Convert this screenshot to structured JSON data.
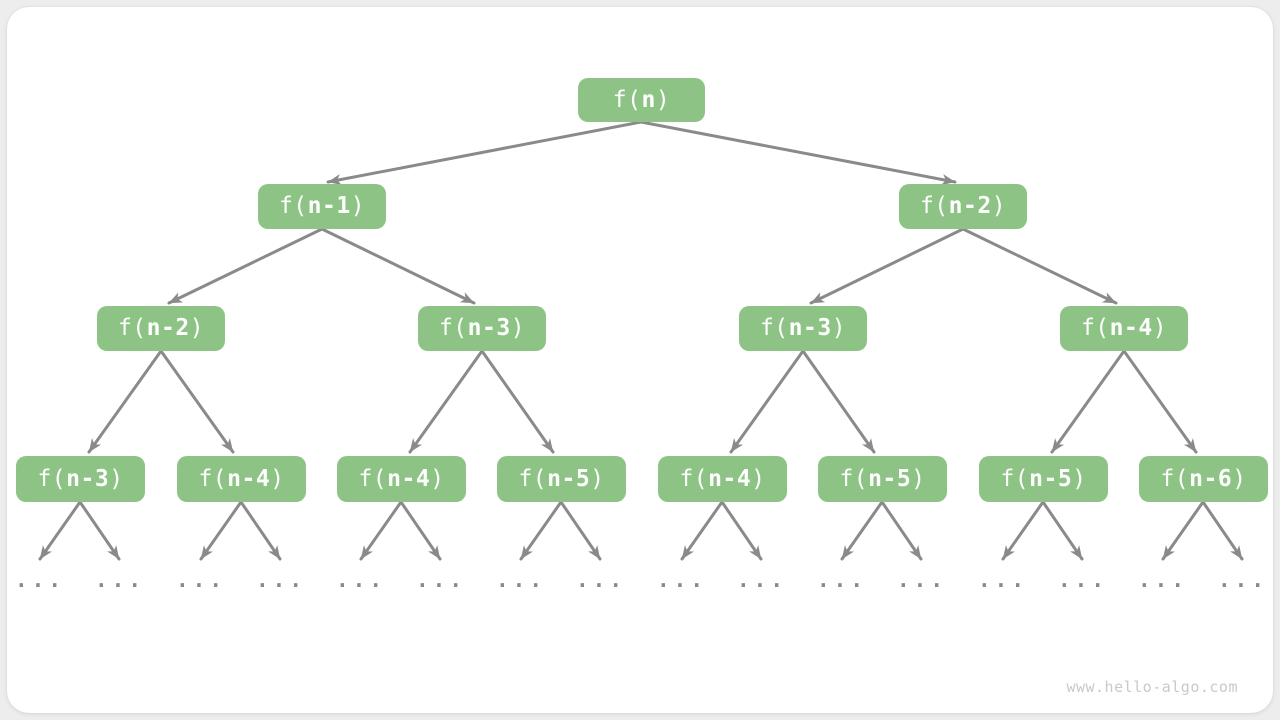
{
  "page": {
    "background_color": "#ededee",
    "card_color": "#ffffff"
  },
  "colors": {
    "node_green": "#8dc485",
    "node_text": "#ffffff",
    "arrow_gray": "#8a8a8a",
    "watermark_gray": "#c9c9c9"
  },
  "footer": {
    "watermark": "www.hello-algo.com"
  },
  "tree": {
    "description": "Recursion tree of f(n) = f(n-1) + f(n-2)",
    "ellipsis": "...",
    "nodes": [
      {
        "level": 1,
        "label": "f(n)",
        "pre": "f(",
        "arg": "n",
        "post": ")"
      },
      {
        "level": 2,
        "label": "f(n-1)",
        "pre": "f(",
        "arg": "n-1",
        "post": ")"
      },
      {
        "level": 2,
        "label": "f(n-2)",
        "pre": "f(",
        "arg": "n-2",
        "post": ")"
      },
      {
        "level": 3,
        "label": "f(n-2)",
        "pre": "f(",
        "arg": "n-2",
        "post": ")"
      },
      {
        "level": 3,
        "label": "f(n-3)",
        "pre": "f(",
        "arg": "n-3",
        "post": ")"
      },
      {
        "level": 3,
        "label": "f(n-3)",
        "pre": "f(",
        "arg": "n-3",
        "post": ")"
      },
      {
        "level": 3,
        "label": "f(n-4)",
        "pre": "f(",
        "arg": "n-4",
        "post": ")"
      },
      {
        "level": 4,
        "label": "f(n-3)",
        "pre": "f(",
        "arg": "n-3",
        "post": ")"
      },
      {
        "level": 4,
        "label": "f(n-4)",
        "pre": "f(",
        "arg": "n-4",
        "post": ")"
      },
      {
        "level": 4,
        "label": "f(n-4)",
        "pre": "f(",
        "arg": "n-4",
        "post": ")"
      },
      {
        "level": 4,
        "label": "f(n-5)",
        "pre": "f(",
        "arg": "n-5",
        "post": ")"
      },
      {
        "level": 4,
        "label": "f(n-4)",
        "pre": "f(",
        "arg": "n-4",
        "post": ")"
      },
      {
        "level": 4,
        "label": "f(n-5)",
        "pre": "f(",
        "arg": "n-5",
        "post": ")"
      },
      {
        "level": 4,
        "label": "f(n-5)",
        "pre": "f(",
        "arg": "n-5",
        "post": ")"
      },
      {
        "level": 4,
        "label": "f(n-6)",
        "pre": "f(",
        "arg": "n-6",
        "post": ")"
      }
    ],
    "edges": [
      [
        "f(n)",
        "f(n-1)"
      ],
      [
        "f(n)",
        "f(n-2)"
      ],
      [
        "f(n-1)",
        "f(n-2)"
      ],
      [
        "f(n-1)",
        "f(n-3)"
      ],
      [
        "f(n-2)",
        "f(n-3)"
      ],
      [
        "f(n-2)",
        "f(n-4)"
      ],
      [
        "f(n-2)",
        "f(n-3)"
      ],
      [
        "f(n-2)",
        "f(n-4)"
      ],
      [
        "f(n-3)",
        "f(n-4)"
      ],
      [
        "f(n-3)",
        "f(n-5)"
      ],
      [
        "f(n-3)",
        "f(n-4)"
      ],
      [
        "f(n-3)",
        "f(n-5)"
      ],
      [
        "f(n-4)",
        "f(n-5)"
      ],
      [
        "f(n-4)",
        "f(n-6)"
      ],
      [
        "f(n-3)",
        "..."
      ],
      [
        "f(n-4)",
        "..."
      ],
      [
        "f(n-4)",
        "..."
      ],
      [
        "f(n-5)",
        "..."
      ],
      [
        "f(n-4)",
        "..."
      ],
      [
        "f(n-5)",
        "..."
      ],
      [
        "f(n-5)",
        "..."
      ],
      [
        "f(n-6)",
        "..."
      ]
    ]
  }
}
